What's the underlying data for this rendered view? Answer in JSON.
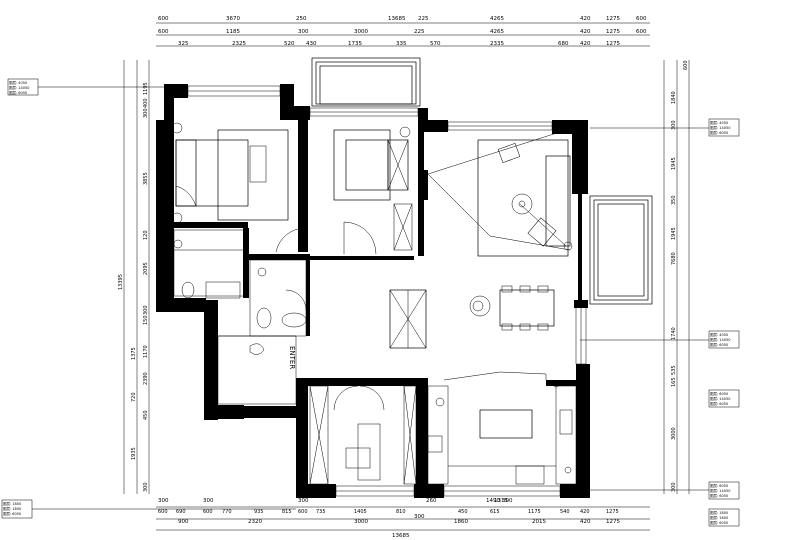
{
  "top_dims": {
    "row1": [
      "600",
      "3670",
      "250",
      "13685",
      "225",
      "4265",
      "420",
      "1275",
      "600"
    ],
    "row2": [
      "600",
      "1185",
      "300",
      "3000",
      "225",
      "4265",
      "420",
      "1275",
      "600"
    ],
    "row3": [
      "325",
      "2325",
      "520",
      "430",
      "1735",
      "335",
      "570",
      "2335",
      "680",
      "420",
      "1275"
    ]
  },
  "bottom_dims": {
    "row0": [
      "300",
      "300",
      "300",
      "260",
      "1490",
      "1315",
      "300"
    ],
    "row1": [
      "600",
      "690",
      "600",
      "770",
      "935",
      "815",
      "600",
      "735",
      "1405",
      "810",
      "450",
      "615",
      "1175",
      "540",
      "420",
      "1275"
    ],
    "row2": [
      "900",
      "2320",
      "3000",
      "300",
      "1860",
      "2015",
      "420",
      "1275"
    ],
    "row3": [
      "13685"
    ]
  },
  "left_dims": [
    "1195",
    "400",
    "300",
    "3855",
    "13395",
    "120",
    "2095",
    "150",
    "300",
    "1170",
    "1375",
    "2390",
    "720",
    "450",
    "1935",
    "300"
  ],
  "right_dims": [
    "600",
    "1840",
    "300",
    "1945",
    "1945",
    "350",
    "7680",
    "1740",
    "535",
    "165",
    "3000",
    "300"
  ],
  "entry_label": "ENTER",
  "tags": {
    "t1": [
      "图层: 4050",
      "图层: 14050",
      "图层: 6050"
    ],
    "t2": [
      "图层: 4050",
      "图层: 14050",
      "图层: 6050"
    ],
    "t3": [
      "图层: 4050",
      "图层: 14050",
      "图层: 6050"
    ],
    "t4": [
      "图层: 6050",
      "图层: 14050",
      "图层: 6050"
    ],
    "t5": [
      "图层: 1800",
      "图层: 1800",
      "图层: 6050"
    ]
  }
}
